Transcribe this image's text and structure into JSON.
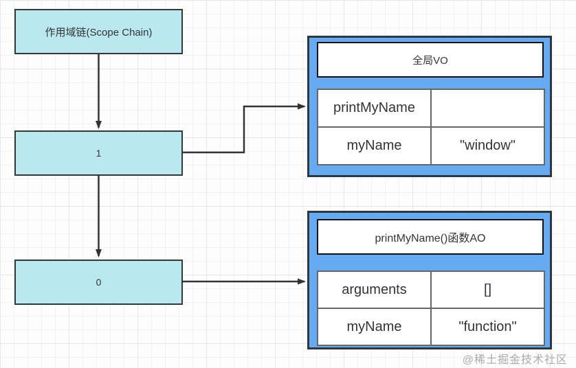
{
  "canvas": {
    "watermark": "@稀土掘金技术社区"
  },
  "scope_chain": {
    "label": "作用域链(Scope Chain)"
  },
  "chain_items": [
    {
      "label": "1"
    },
    {
      "label": "0"
    }
  ],
  "global_vo": {
    "title": "全局VO",
    "rows": [
      {
        "key": "printMyName",
        "value": ""
      },
      {
        "key": "myName",
        "value": "\"window\""
      }
    ]
  },
  "function_ao": {
    "title": "printMyName()函数AO",
    "rows": [
      {
        "key": "arguments",
        "value": "[]"
      },
      {
        "key": "myName",
        "value": "\"function\""
      }
    ]
  },
  "colors": {
    "box_fill": "#b9e8ee",
    "container_fill": "#66aaf2",
    "stroke": "#333333",
    "table_line": "#666666",
    "grid_line": "#e7e7e7"
  }
}
